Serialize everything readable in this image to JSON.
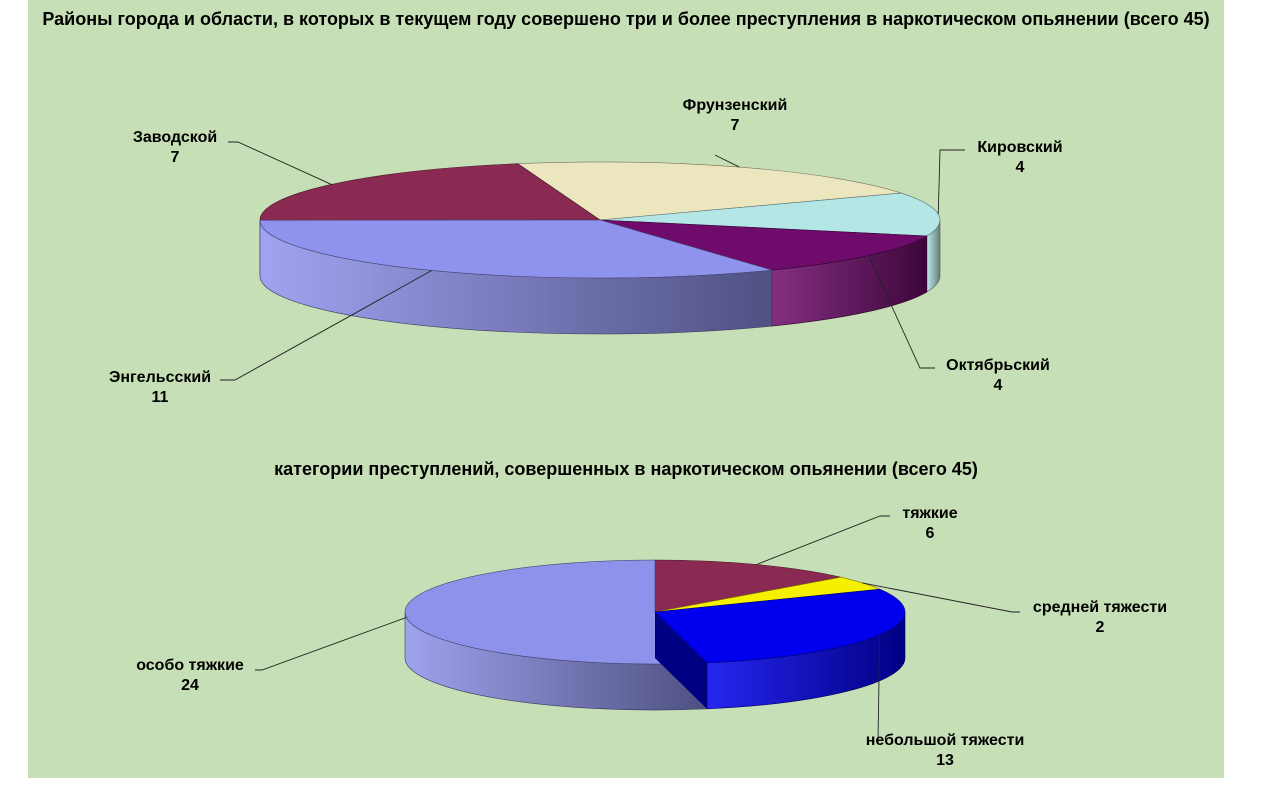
{
  "chart_data": [
    {
      "type": "pie",
      "title": "Районы города и области, в которых в текущем году совершено три и более преступления в наркотическом опьянении (всего 45)",
      "categories": [
        "Фрунзенский",
        "Кировский",
        "Октябрьский",
        "Энгельсский",
        "Заводской"
      ],
      "values": [
        7,
        4,
        4,
        11,
        7
      ],
      "colors": [
        "#ece6bf",
        "#b5e6e6",
        "#6e0b6b",
        "#9093ee",
        "#8a2a52"
      ],
      "legend": "none"
    },
    {
      "type": "pie",
      "title": "категории преступлений, совершенных в наркотическом опьянении (всего 45)",
      "categories": [
        "тяжкие",
        "средней тяжести",
        "небольшой тяжести",
        "особо тяжкие"
      ],
      "values": [
        6,
        2,
        13,
        24
      ],
      "colors": [
        "#8a2a52",
        "#f4f000",
        "#0000ee",
        "#8e92ea"
      ],
      "legend": "none"
    }
  ]
}
